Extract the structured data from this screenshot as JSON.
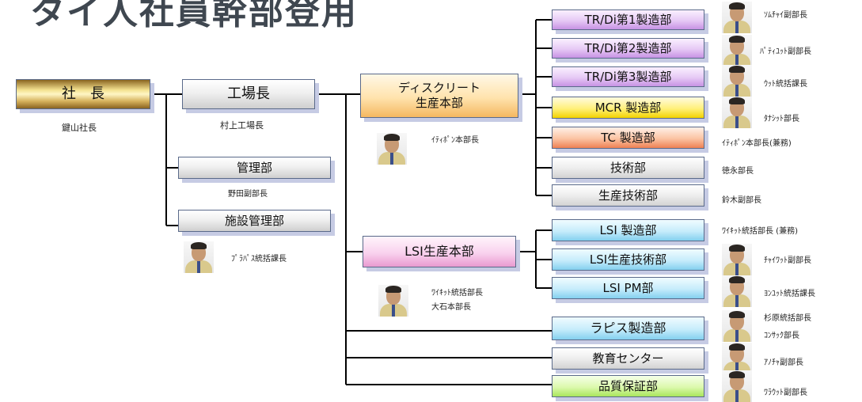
{
  "title": "タイ人社員幹部登用",
  "president": {
    "label": "社　長",
    "name": "鍵山社長"
  },
  "plant_manager": {
    "label": "工場長",
    "name": "村上工場長"
  },
  "admin": {
    "label": "管理部",
    "name": "野田副部長"
  },
  "facility": {
    "label": "施設管理部",
    "name": "ﾌﾟﾗﾊﾟｽ統括課長"
  },
  "discrete": {
    "label": "ディスクリート\n生産本部",
    "name": "ｲﾃｨﾎﾟﾝ本部長"
  },
  "lsi": {
    "label": "LSI生産本部",
    "name": "ﾜｲｷｯﾄ統括部長\n大石本部長"
  },
  "discrete_depts": [
    {
      "label": "TR/Di第1製造部",
      "name": "ｿﾑﾁｬｲ副部長"
    },
    {
      "label": "TR/Di第2製造部",
      "name": "ﾊﾟﾃｨﾕｯﾄ副部長"
    },
    {
      "label": "TR/Di第3製造部",
      "name": "ｳｯﾄ統括課長"
    },
    {
      "label": "MCR 製造部",
      "name": "ﾀﾅｼｯﾄ部長"
    },
    {
      "label": "TC 製造部",
      "name": "ｲﾃｨﾎﾟﾝ本部長(兼務)"
    },
    {
      "label": "技術部",
      "name": "徳永部長"
    },
    {
      "label": "生産技術部",
      "name": "鈴木副部長"
    }
  ],
  "lsi_depts": [
    {
      "label": "LSI 製造部",
      "name": "ﾜｲｷｯﾄ統括部長 (兼務)"
    },
    {
      "label": "LSI生産技術部",
      "name": "ﾁｬｲﾜｯﾄ副部長"
    },
    {
      "label": "LSI PM部",
      "name": "ﾖﾝﾕｯﾄ統括課長"
    }
  ],
  "direct_depts": [
    {
      "label": "ラピス製造部",
      "name": "杉原統括部長\nｺﾝｻｯｸ部長"
    },
    {
      "label": "教育センター",
      "name": "ｱﾉﾁｬ副部長"
    },
    {
      "label": "品質保証部",
      "name": "ﾜﾗｳｯﾄ副部長"
    }
  ],
  "colors": {
    "line": "#000000",
    "title": "#3f4750",
    "president": "gold",
    "discrete": "orange",
    "lsi": "pink",
    "trdi": "purple",
    "mcr": "yellow",
    "tc": "red",
    "lsi_depts": "cyan",
    "rapis": "cyan",
    "quality": "green"
  },
  "icons": [
    "person-photo"
  ]
}
